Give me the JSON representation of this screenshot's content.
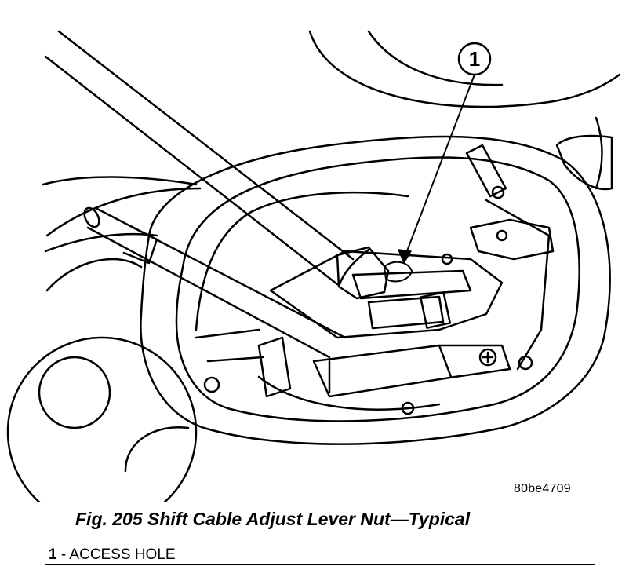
{
  "callout": {
    "number": "1"
  },
  "figure_code": "80be4709",
  "caption": "Fig. 205 Shift Cable Adjust Lever Nut—Typical",
  "legend": {
    "items": [
      {
        "number": "1",
        "separator": " - ",
        "label": "ACCESS HOLE"
      }
    ]
  }
}
